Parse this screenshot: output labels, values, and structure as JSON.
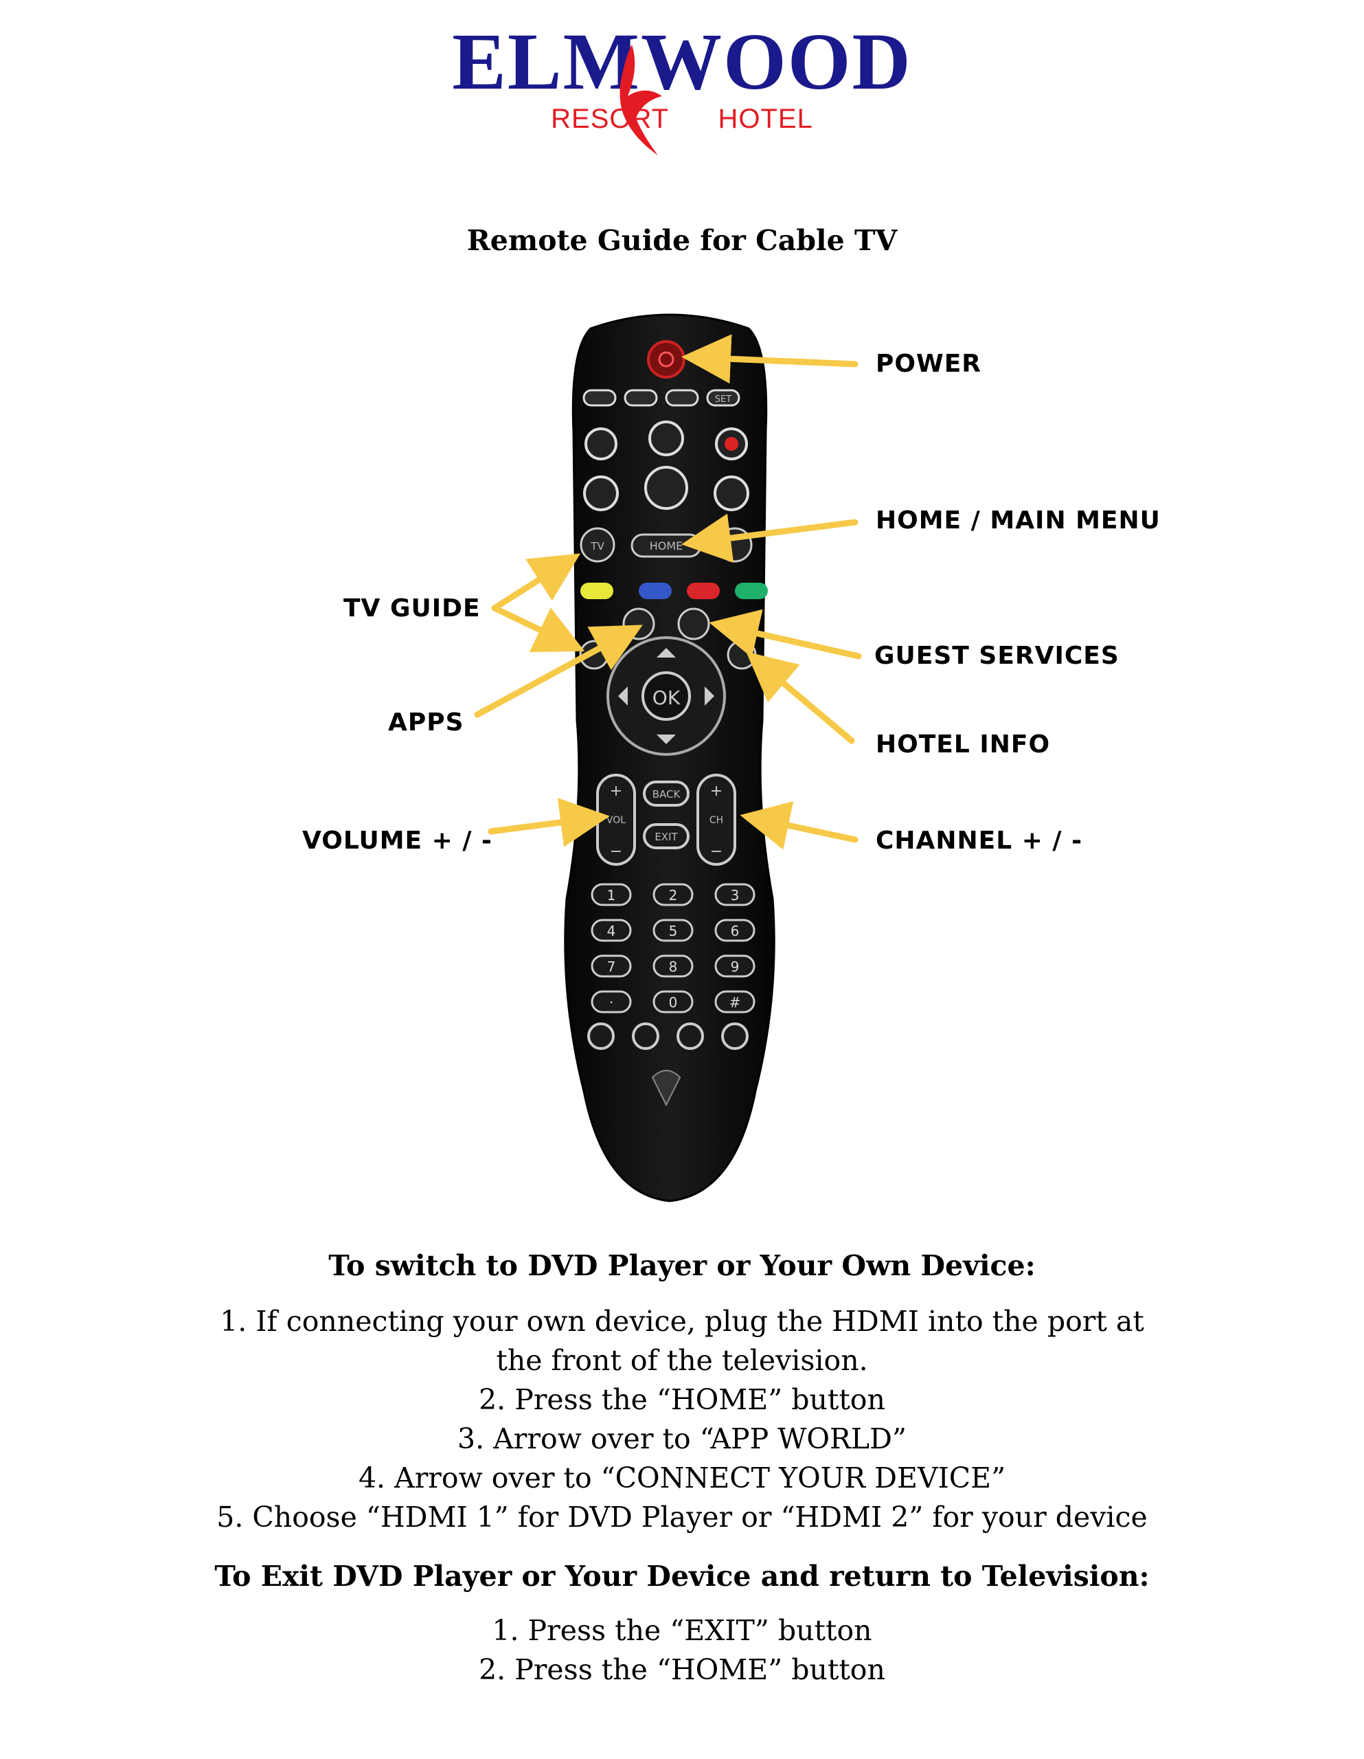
{
  "logo": {
    "main": "ELMWOOD",
    "sub": "RESORT HOTEL",
    "main_color": "#1a1a8c",
    "sub_color": "#e31b23"
  },
  "title": "Remote Guide for Cable TV",
  "callouts": {
    "power": "POWER",
    "home": "HOME  / MAIN MENU",
    "tv_guide": "TV GUIDE",
    "guest_services": "GUEST SERVICES",
    "apps": "APPS",
    "hotel_info": "HOTEL INFO",
    "volume": "VOLUME + / -",
    "channel": "CHANNEL + / -"
  },
  "remote": {
    "set": "SET",
    "tv": "TV",
    "home": "HOME",
    "ok": "OK",
    "back": "BACK",
    "exit": "EXIT",
    "vol": "VOL",
    "ch": "CH",
    "digits": [
      "1",
      "2",
      "3",
      "4",
      "5",
      "6",
      "7",
      "8",
      "9",
      "",
      "0",
      "#"
    ],
    "color_keys": [
      "#e8e83a",
      "#3558c8",
      "#d8262a",
      "#1fb06a"
    ],
    "arrow_color": "#f7c948"
  },
  "dvd_section": {
    "heading": "To switch to DVD Player or Your Own Device:",
    "steps": [
      "1. If connecting your own device, plug the HDMI into the port at",
      "the front of the television.",
      "2. Press the “HOME” button",
      "3.  Arrow over to “APP WORLD”",
      "4. Arrow over to “CONNECT YOUR DEVICE”",
      "5. Choose “HDMI 1” for DVD Player or “HDMI 2” for your device"
    ]
  },
  "exit_section": {
    "heading": "To Exit DVD Player or Your Device and return to Television:",
    "steps": [
      "1. Press the “EXIT” button",
      "2. Press the “HOME” button"
    ]
  }
}
